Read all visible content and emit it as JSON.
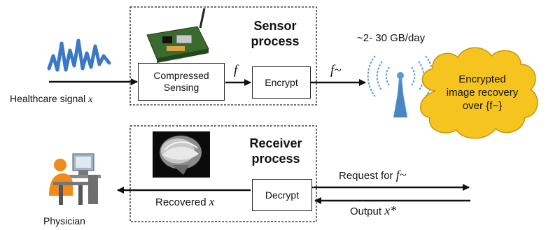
{
  "sensor": {
    "title_line1": "Sensor",
    "title_line2": "process",
    "cs_line1": "Compressed",
    "cs_line2": "Sensing",
    "encrypt": "Encrypt",
    "signal_label": "Healthcare signal",
    "signal_var": "x",
    "f_label": "f",
    "f_tilde_label": "f~"
  },
  "transmission": {
    "rate": "~2- 30 GB/day"
  },
  "cloud": {
    "line1": "Encrypted",
    "line2": "image recovery",
    "line3": "over {f~}"
  },
  "receiver": {
    "title_line1": "Receiver",
    "title_line2": "process",
    "decrypt": "Decrypt",
    "request_label": "Request for",
    "request_var": "f~",
    "output_label": "Output",
    "output_var": "x*",
    "recovered_label": "Recovered",
    "recovered_var": "x",
    "physician": "Physician"
  },
  "colors": {
    "waveform": "#3a78c8",
    "cloud_fill": "#f5c41f",
    "cloud_stroke": "#c8960a",
    "tower": "#5b9bd5",
    "physician_orange": "#f08a1c",
    "board_green": "#3a6b2e"
  }
}
